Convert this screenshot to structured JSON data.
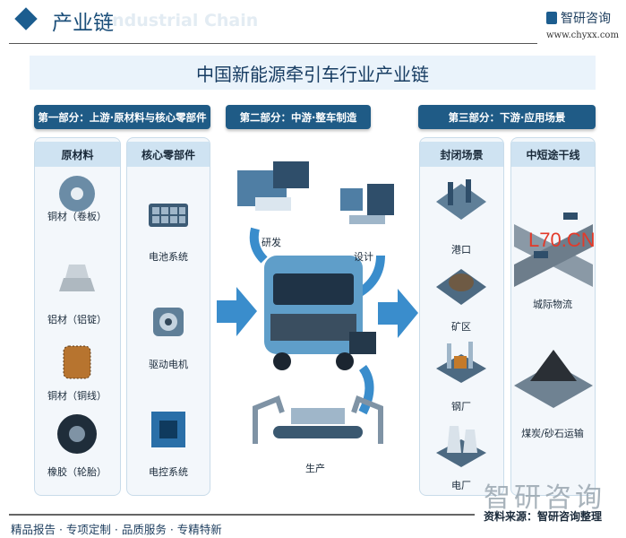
{
  "header": {
    "title": "产业链",
    "watermark_en": "Industrial Chain",
    "logo": "智研咨询",
    "url": "www.chyxx.com"
  },
  "banner": "中国新能源牵引车行业产业链",
  "sections": [
    "第一部分：上游·原材料与核心零部件",
    "第二部分：中游·整车制造",
    "第三部分：下游·应用场景"
  ],
  "upstream": {
    "raw": {
      "title": "原材料",
      "items": [
        "铜材（卷板）",
        "铝材（铝锭）",
        "铜材（铜线）",
        "橡胶（轮胎）"
      ]
    },
    "core": {
      "title": "核心零部件",
      "items": [
        "电池系统",
        "驱动电机",
        "电控系统"
      ]
    }
  },
  "midstream": {
    "items": [
      "研发",
      "设计",
      "生产"
    ]
  },
  "downstream": {
    "closed": {
      "title": "封闭场景",
      "items": [
        "港口",
        "矿区",
        "钢厂",
        "电厂"
      ]
    },
    "trunk": {
      "title": "中短途干线",
      "items": [
        "城际物流",
        "煤炭/砂石运输"
      ]
    }
  },
  "watermarks": {
    "red": "L70.CN",
    "big": "智研咨询"
  },
  "source": "资料来源：智研咨询整理",
  "footer": "精品报告 · 专项定制 · 品质服务 · 专精特新",
  "colors": {
    "primary": "#1f5b86",
    "accent": "#3a8dcc",
    "light": "#eaf3fb"
  }
}
